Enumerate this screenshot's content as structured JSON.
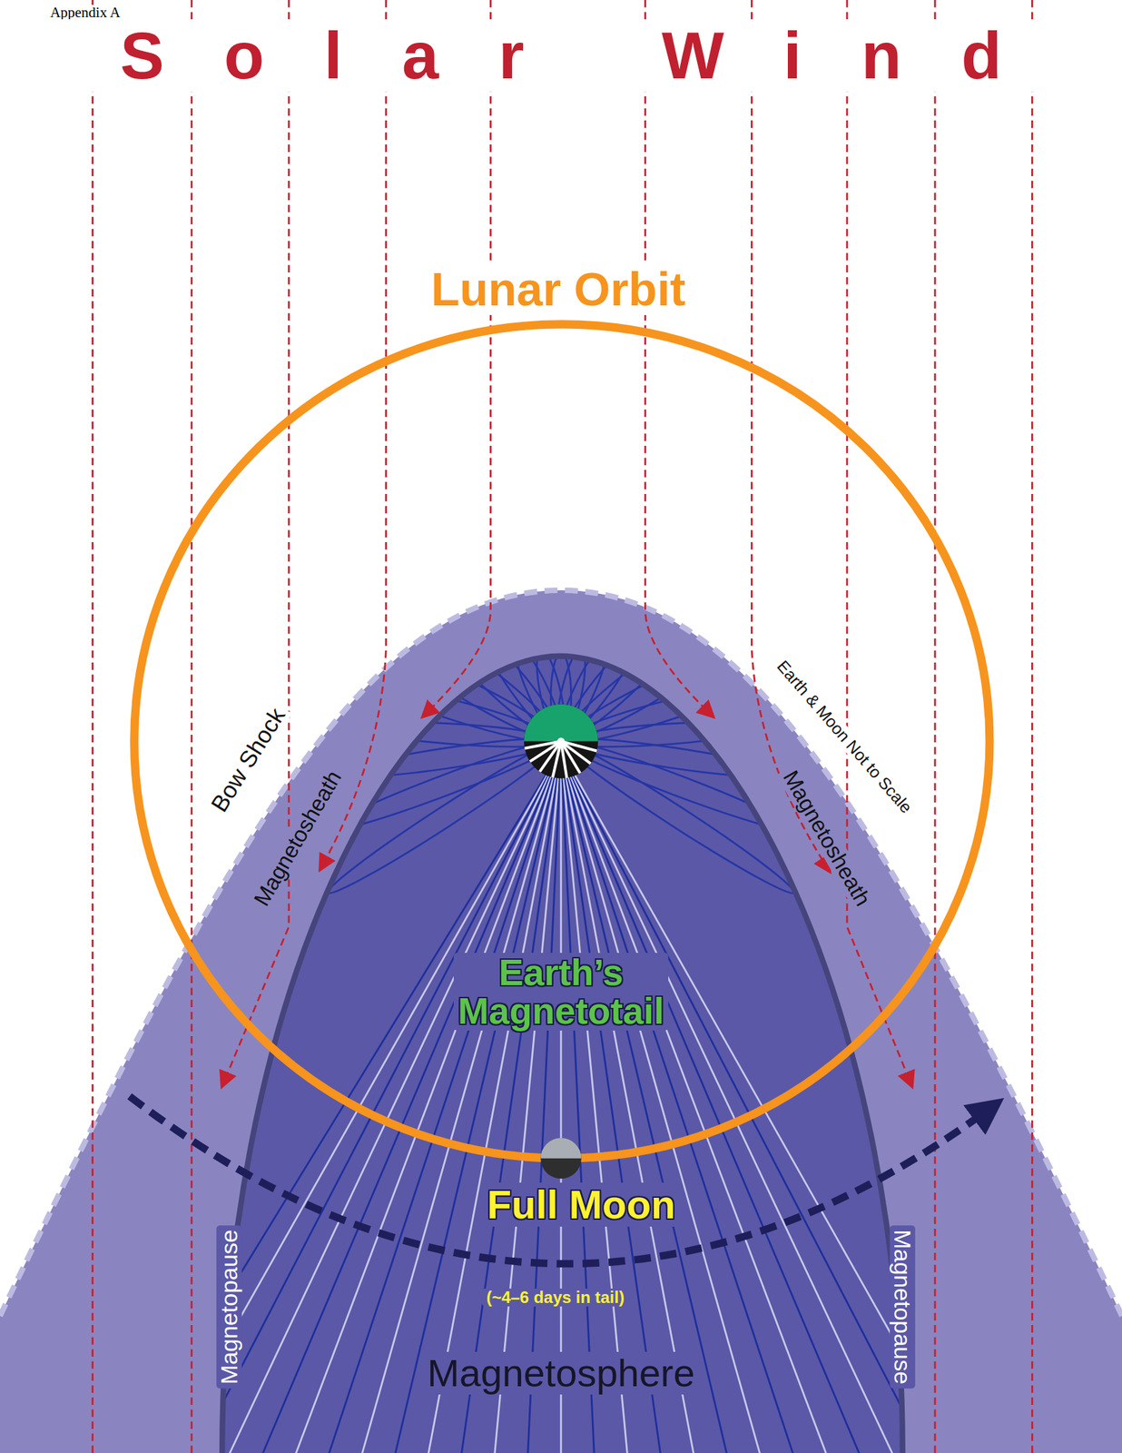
{
  "diagram": {
    "labels": [
      "Appendix A",
      "Solar Wind",
      "Lunar Orbit",
      "Bow Shock",
      "Magnetosheath",
      "Earth & Moon Not to Scale",
      "Magnetosheath",
      "Earth’s Magnetotail",
      "Full Moon",
      "(~4–6 days in tail)",
      "Magnetopause",
      "Magnetopause",
      "Magnetosphere"
    ]
  }
}
